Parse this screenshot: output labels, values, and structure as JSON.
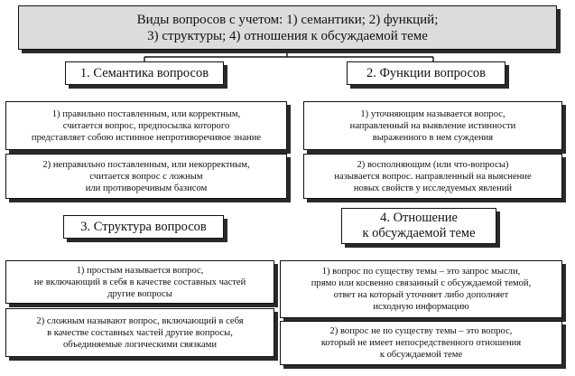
{
  "title": "Виды вопросов с учетом: 1) семантики; 2) функций;\n3) структуры; 4) отношения к обсуждаемой теме",
  "sections": [
    {
      "heading": "1. Семантика вопросов",
      "items": [
        "1) правильно поставленным, или корректным,\nсчитается вопрос, предпосылка которого\nпредставляет собою истинное непротиворечивое знание",
        "2) неправильно поставленным, или некорректным,\nсчитается вопрос с ложным\nили противоречивым базисом"
      ]
    },
    {
      "heading": "2. Функции вопросов",
      "items": [
        "1) уточняющим называется вопрос,\nнаправленный на выявление истинности\nвыраженного в нем суждения",
        "2) восполняющим (или что-вопросы)\nназывается вопрос. направленный на выяснение\nновых свойств у исследуемых явлений"
      ]
    },
    {
      "heading": "3. Структура вопросов",
      "items": [
        "1) простым называется вопрос,\nне включающий в себя в качестве составных частей\nдругие вопросы",
        "2) сложным называют вопрос, включающий в себя\nв качестве составных частей другие вопросы,\nобъединяемые логическими связками"
      ]
    },
    {
      "heading": "4. Отношение\nк обсуждаемой теме",
      "items": [
        "1) вопрос по существу темы – это запрос мысли,\nпрямо или косвенно связанный с обсуждаемой темой,\nответ на который уточняет либо дополняет\nисходную информацию",
        "2) вопрос не по существу темы – это вопрос,\nкоторый не имеет непосредственного отношения\nк обсуждаемой теме"
      ]
    }
  ]
}
